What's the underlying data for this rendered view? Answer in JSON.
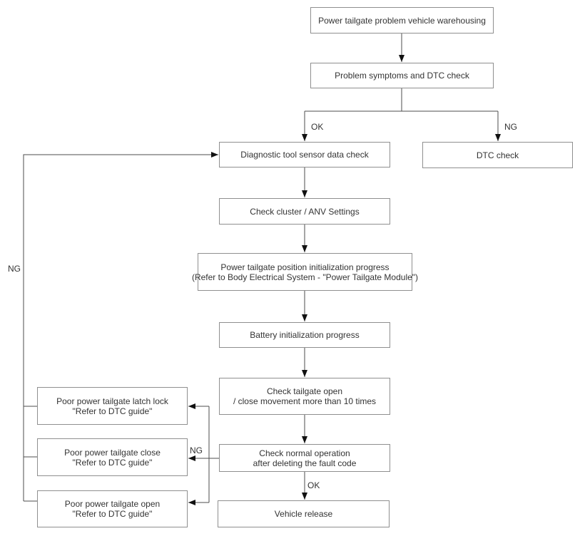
{
  "diagram": {
    "type": "flowchart",
    "nodes": {
      "warehousing": {
        "label": "Power tailgate problem vehicle warehousing"
      },
      "symptoms": {
        "label": "Problem symptoms and DTC check"
      },
      "sensor_check": {
        "label": "Diagnostic tool sensor data check"
      },
      "dtc_check": {
        "label": "DTC check"
      },
      "cluster": {
        "label": "Check cluster / ANV Settings"
      },
      "position_init": {
        "line1": "Power tailgate position initialization progress",
        "line2": "(Refer to Body Electrical System - \"Power Tailgate Module\")"
      },
      "battery_init": {
        "label": "Battery initialization progress"
      },
      "open_close": {
        "line1": "Check tailgate open",
        "line2": "/ close movement more than 10 times"
      },
      "normal_op": {
        "line1": "Check normal operation",
        "line2": "after deleting the fault code"
      },
      "vehicle_release": {
        "label": "Vehicle release"
      },
      "poor_latch": {
        "line1": "Poor power tailgate latch lock",
        "line2": "\"Refer to DTC guide\""
      },
      "poor_close": {
        "line1": "Poor power tailgate close",
        "line2": "\"Refer to DTC guide\""
      },
      "poor_open": {
        "line1": "Poor power tailgate open",
        "line2": "\"Refer to DTC guide\""
      }
    },
    "edge_labels": {
      "ok_top": "OK",
      "ng_top": "NG",
      "ng_left": "NG",
      "ng_mid": "NG",
      "ok_bottom": "OK"
    },
    "colors": {
      "background": "#ffffff",
      "connector_line": "#4d4d4d",
      "arrowhead": "#111111",
      "box_border": "#8f8f8f",
      "text": "#333333"
    }
  }
}
